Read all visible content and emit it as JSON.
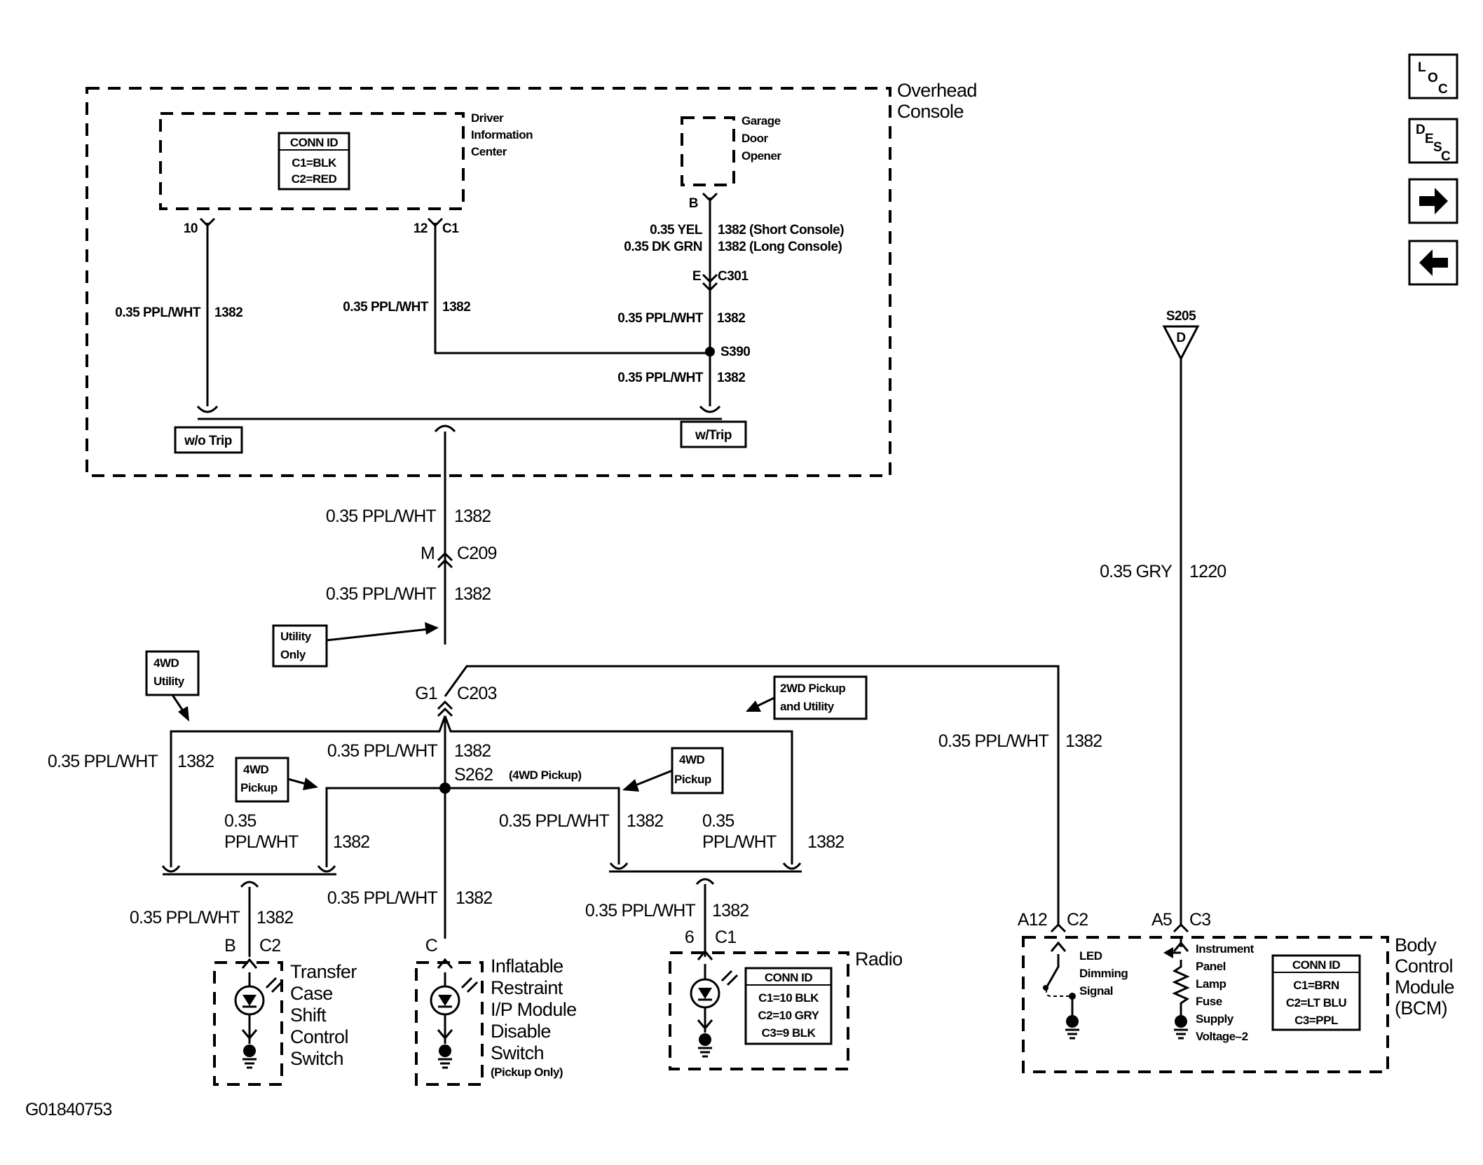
{
  "nav": {
    "loc": {
      "a": "L",
      "b": "O",
      "c": "C"
    },
    "desc": {
      "a": "D",
      "b": "E",
      "c": "S",
      "d": "C"
    }
  },
  "overhead": {
    "title1": "Overhead",
    "title2": "Console",
    "dic1": "Driver",
    "dic2": "Information",
    "dic3": "Center",
    "conn_title": "CONN ID",
    "conn_c1": "C1=BLK",
    "conn_c2": "C2=RED",
    "gdo1": "Garage",
    "gdo2": "Door",
    "gdo3": "Opener",
    "pin10": "10",
    "pin12": "12",
    "c1": "C1",
    "pinB": "B",
    "yel": "0.35 YEL",
    "yel_c": "1382 (Short Console)",
    "dkgrn": "0.35 DK GRN",
    "dkgrn_c": "1382 (Long Console)",
    "pinE": "E",
    "c301": "C301",
    "s390": "S390",
    "wire_ppl": "0.35 PPL/WHT",
    "circuit": "1382",
    "wotrip": "w/o Trip",
    "wtrip": "w/Trip"
  },
  "main": {
    "wire_ppl": "0.35 PPL/WHT",
    "circuit": "1382",
    "pinM": "M",
    "c209": "C209",
    "utility1": "Utility",
    "utility2": "Only",
    "g1": "G1",
    "c203": "C203",
    "s262": "S262",
    "s262note": "(4WD Pickup)",
    "util4wd1": "4WD",
    "util4wd2": "Utility",
    "pickup4wd1": "4WD",
    "pickup4wd2": "Pickup",
    "pu2wd1": "2WD Pickup",
    "pu2wd2": "and Utility",
    "w035": "0.35",
    "wppl": "PPL/WHT"
  },
  "s205": {
    "label": "S205",
    "pin": "D",
    "wire": "0.35 GRY",
    "circuit": "1220"
  },
  "transfer": {
    "pinB": "B",
    "c2": "C2",
    "l1": "Transfer",
    "l2": "Case",
    "l3": "Shift",
    "l4": "Control",
    "l5": "Switch"
  },
  "inflatable": {
    "pinC": "C",
    "l1": "Inflatable",
    "l2": "Restraint",
    "l3": "I/P Module",
    "l4": "Disable",
    "l5": "Switch",
    "l6": "(Pickup Only)"
  },
  "radio": {
    "pin6": "6",
    "c1": "C1",
    "title": "Radio",
    "conn_title": "CONN ID",
    "conn_c1": "C1=10 BLK",
    "conn_c2": "C2=10 GRY",
    "conn_c3": "C3=9 BLK"
  },
  "bcm": {
    "a12": "A12",
    "c2": "C2",
    "a5": "A5",
    "c3": "C3",
    "t1": "Body",
    "t2": "Control",
    "t3": "Module",
    "t4": "(BCM)",
    "led1": "LED",
    "led2": "Dimming",
    "led3": "Signal",
    "ip1": "Instrument",
    "ip2": "Panel",
    "ip3": "Lamp",
    "ip4": "Fuse",
    "ip5": "Supply",
    "ip6": "Voltage–2",
    "conn_title": "CONN ID",
    "conn_c1": "C1=BRN",
    "conn_c2": "C2=LT BLU",
    "conn_c3": "C3=PPL"
  },
  "figure_id": "G01840753"
}
